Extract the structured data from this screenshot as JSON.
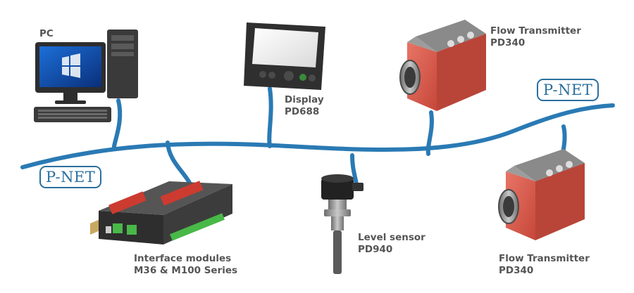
{
  "network": {
    "label_left": "P-NET",
    "label_right": "P-NET"
  },
  "devices": {
    "pc": {
      "name": "PC"
    },
    "display": {
      "line1": "Display",
      "line2": "PD688"
    },
    "flow_top": {
      "line1": "Flow Transmitter",
      "line2": "PD340"
    },
    "flow_bottom": {
      "line1": "Flow Transmitter",
      "line2": "PD340"
    },
    "level": {
      "line1": "Level sensor",
      "line2": "PD940"
    },
    "interface": {
      "line1": "Interface modules",
      "line2": "M36 & M100 Series"
    }
  },
  "colors": {
    "cable": "#2a7ab4",
    "label": "#555555",
    "pnet": "#2b6f9f",
    "device_red": "#d85a4d"
  }
}
